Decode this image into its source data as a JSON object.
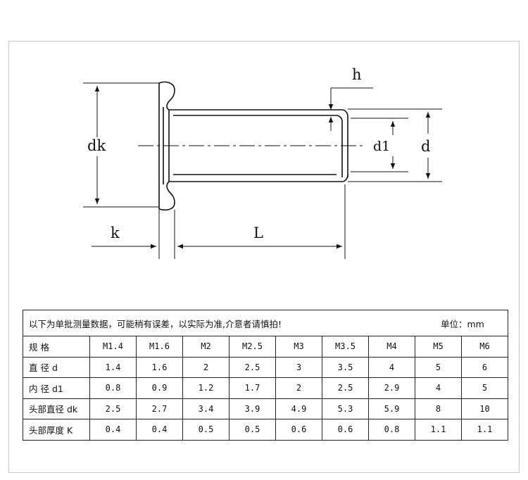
{
  "diagram": {
    "labels": {
      "dk": "dk",
      "h": "h",
      "d1": "d1",
      "d": "d",
      "k": "k",
      "L": "L"
    }
  },
  "table": {
    "note": "以下为单批测量数据，可能稍有误差，以实际为准,介意者请慎拍!",
    "unit": "单位：mm",
    "rows": [
      {
        "label": "规 格",
        "values": [
          "M1.4",
          "M1.6",
          "M2",
          "M2.5",
          "M3",
          "M3.5",
          "M4",
          "M5",
          "M6"
        ]
      },
      {
        "label": "直 径 d",
        "values": [
          "1.4",
          "1.6",
          "2",
          "2.5",
          "3",
          "3.5",
          "4",
          "5",
          "6"
        ]
      },
      {
        "label": "内 径 d1",
        "values": [
          "0.8",
          "0.9",
          "1.2",
          "1.7",
          "2",
          "2.5",
          "2.9",
          "4",
          "5"
        ]
      },
      {
        "label": "头部直径 dk",
        "values": [
          "2.5",
          "2.7",
          "3.4",
          "3.9",
          "4.9",
          "5.3",
          "5.9",
          "8",
          "10"
        ]
      },
      {
        "label": "头部厚度 K",
        "values": [
          "0.4",
          "0.4",
          "0.5",
          "0.5",
          "0.6",
          "0.6",
          "0.8",
          "1.1",
          "1.1"
        ]
      }
    ]
  }
}
